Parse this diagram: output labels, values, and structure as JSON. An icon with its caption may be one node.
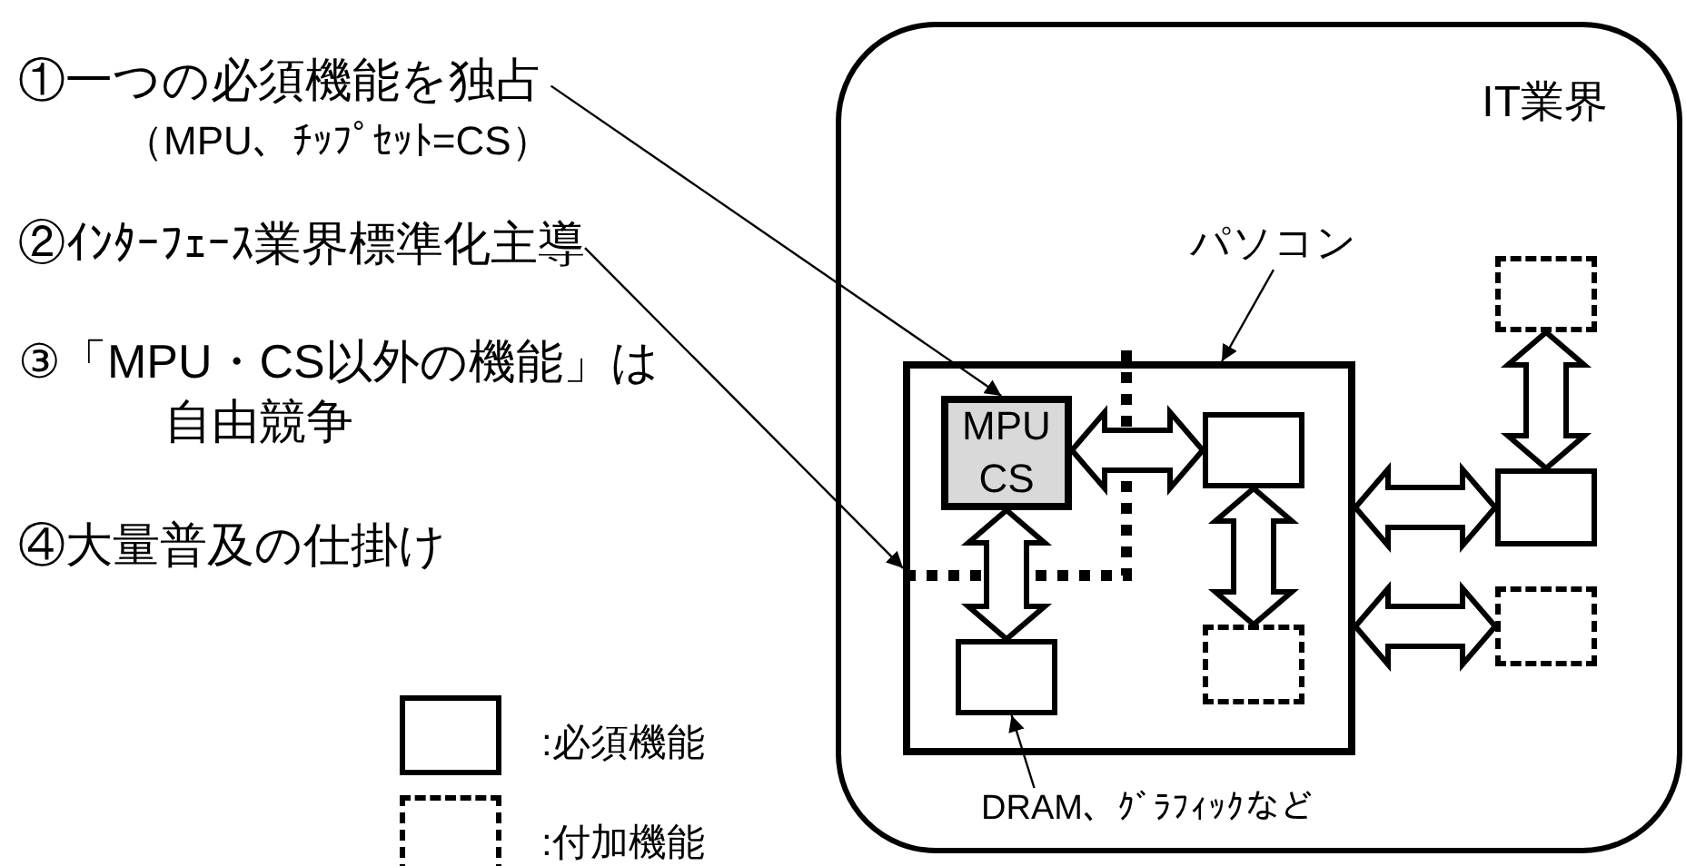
{
  "diagram": {
    "nodes": [
      {
        "text": [
          "IT業界"
        ]
      },
      {
        "text": [
          "①一つの必須機能を独占",
          "（MPU、ﾁｯﾌﾟｾｯﾄ=CS）"
        ]
      },
      {
        "text": [
          "②ｲﾝﾀｰﾌｪｰｽ業界標準化主導"
        ]
      },
      {
        "text": [
          "パソコン"
        ],
        "in": 0
      },
      {
        "text": [],
        "shape": "box",
        "in": 0
      },
      {
        "text": [
          "MPU CS"
        ],
        "in": 4
      },
      {
        "text": [],
        "shape": "box",
        "in": 4
      },
      {
        "text": [],
        "shape": "box",
        "in": 4
      },
      {
        "text": [],
        "shape": "box",
        "in": 4
      },
      {
        "text": [],
        "shape": "box",
        "in": 0
      },
      {
        "text": [],
        "shape": "box",
        "in": 0
      },
      {
        "text": [],
        "shape": "box",
        "in": 0
      },
      {
        "text": [
          "DRAM、ｸﾞﾗﾌｨｯｸなど"
        ],
        "in": 0
      }
    ],
    "edges": [
      {
        "from": 1,
        "to": 5,
        "arrow": "to"
      },
      {
        "from": 2,
        "to": 4,
        "arrow": "to"
      },
      {
        "from": 3,
        "to": 4,
        "arrow": "to"
      },
      {
        "from": 12,
        "to": 7,
        "arrow": "to"
      },
      {
        "from": 5,
        "to": 6,
        "arrow": "both",
        "style": "thick"
      },
      {
        "from": 5,
        "to": 7,
        "arrow": "both",
        "style": "thick"
      },
      {
        "from": 6,
        "to": 8,
        "arrow": "both",
        "style": "thick"
      },
      {
        "from": 4,
        "to": 10,
        "arrow": "both",
        "style": "thick"
      },
      {
        "from": 4,
        "to": 11,
        "arrow": "both",
        "style": "thick"
      },
      {
        "from": 10,
        "to": 9,
        "arrow": "both",
        "style": "thick"
      }
    ],
    "labels": [
      "③「MPU・CS以外の機能」は自由競争",
      "④大量普及の仕掛け"
    ],
    "legend": [
      {
        "text": ":必須機能"
      },
      {
        "text": ":付加機能"
      }
    ]
  }
}
